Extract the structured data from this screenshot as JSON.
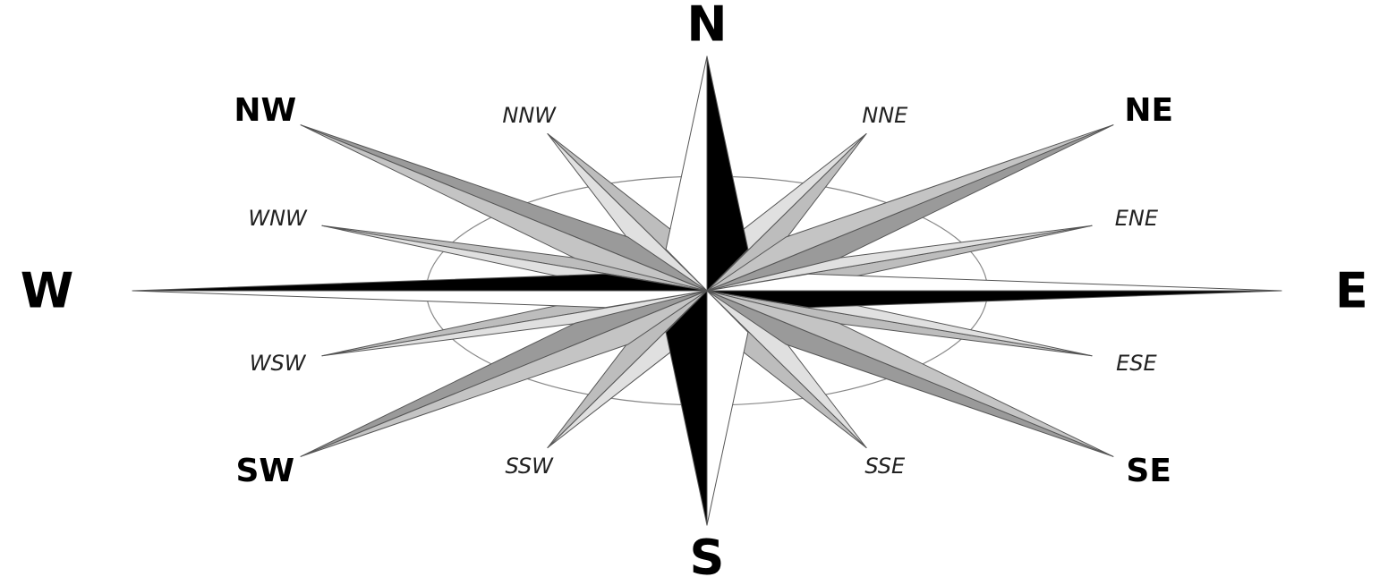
{
  "compass": {
    "cardinal": [
      {
        "key": "n",
        "label": "N",
        "angle": 0
      },
      {
        "key": "e",
        "label": "E",
        "angle": 90
      },
      {
        "key": "s",
        "label": "S",
        "angle": 180
      },
      {
        "key": "w",
        "label": "W",
        "angle": 270
      }
    ],
    "intercardinal": [
      {
        "key": "ne",
        "label": "NE",
        "angle": 45
      },
      {
        "key": "se",
        "label": "SE",
        "angle": 135
      },
      {
        "key": "sw",
        "label": "SW",
        "angle": 225
      },
      {
        "key": "nw",
        "label": "NW",
        "angle": 315
      }
    ],
    "secondary": [
      {
        "key": "nne",
        "label": "NNE",
        "angle": 22.5
      },
      {
        "key": "ene",
        "label": "ENE",
        "angle": 67.5
      },
      {
        "key": "ese",
        "label": "ESE",
        "angle": 112.5
      },
      {
        "key": "sse",
        "label": "SSE",
        "angle": 157.5
      },
      {
        "key": "ssw",
        "label": "SSW",
        "angle": 202.5
      },
      {
        "key": "wsw",
        "label": "WSW",
        "angle": 247.5
      },
      {
        "key": "wnw",
        "label": "WNW",
        "angle": 292.5
      },
      {
        "key": "nnw",
        "label": "NNW",
        "angle": 337.5
      }
    ],
    "colors": {
      "cardinal_dark": "#000000",
      "cardinal_light": "#ffffff",
      "intercardinal_dark": "#9a9a9a",
      "intercardinal_light": "#c4c4c4",
      "secondary_dark": "#bdbdbd",
      "secondary_light": "#e0e0e0",
      "outline": "#555555"
    }
  }
}
